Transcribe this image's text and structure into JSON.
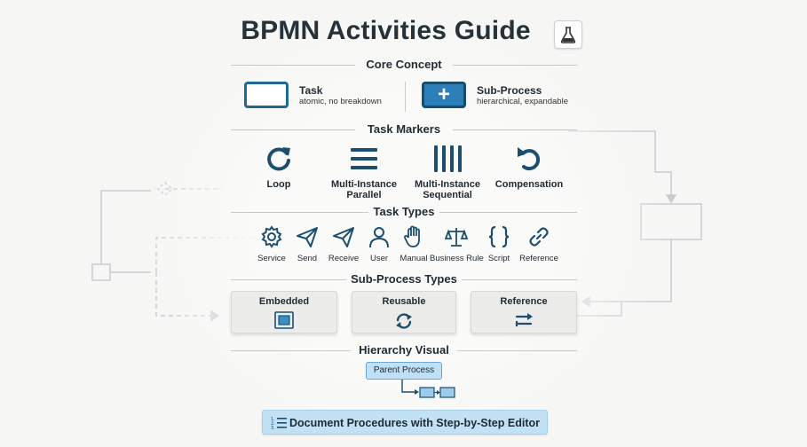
{
  "title": "BPMN Activities Guide",
  "title_icon": "flask-icon",
  "sections": {
    "core_concept": "Core Concept",
    "task_markers": "Task Markers",
    "task_types": "Task Types",
    "sub_process_types": "Sub-Process Types",
    "hierarchy_visual": "Hierarchy Visual"
  },
  "core_concept": {
    "task": {
      "name": "Task",
      "desc": "atomic, no breakdown"
    },
    "sub_process": {
      "name": "Sub-Process",
      "desc": "hierarchical, expandable",
      "symbol": "+"
    }
  },
  "task_markers": [
    {
      "label": "Loop",
      "icon": "loop-icon"
    },
    {
      "label": "Multi-Instance Parallel",
      "line1": "Multi-Instance",
      "line2": "Parallel",
      "icon": "parallel-bars-icon"
    },
    {
      "label": "Multi-Instance Sequential",
      "line1": "Multi-Instance",
      "line2": "Sequential",
      "icon": "sequential-bars-icon"
    },
    {
      "label": "Compensation",
      "icon": "compensation-icon"
    }
  ],
  "task_types": [
    {
      "label": "Service",
      "icon": "gear-icon"
    },
    {
      "label": "Send",
      "icon": "send-icon"
    },
    {
      "label": "Receive",
      "icon": "receive-icon"
    },
    {
      "label": "User",
      "icon": "user-icon"
    },
    {
      "label": "Manual",
      "icon": "hand-icon"
    },
    {
      "label": "Business Rule",
      "icon": "scales-icon"
    },
    {
      "label": "Script",
      "icon": "braces-icon"
    },
    {
      "label": "Reference",
      "icon": "link-icon"
    }
  ],
  "sub_process_types": [
    {
      "label": "Embedded",
      "icon": "embedded-icon"
    },
    {
      "label": "Reusable",
      "icon": "refresh-icon"
    },
    {
      "label": "Reference",
      "icon": "reference-arrows-icon"
    }
  ],
  "hierarchy": {
    "parent": "Parent Process"
  },
  "cta": {
    "label": "Document Procedures with Step-by-Step Editor",
    "icon": "numbered-list-icon"
  },
  "colors": {
    "primary": "#1e6a93",
    "primary_dark": "#174e70",
    "icon_navy": "#1d4e6e",
    "accent_light": "#c2e1f4"
  }
}
